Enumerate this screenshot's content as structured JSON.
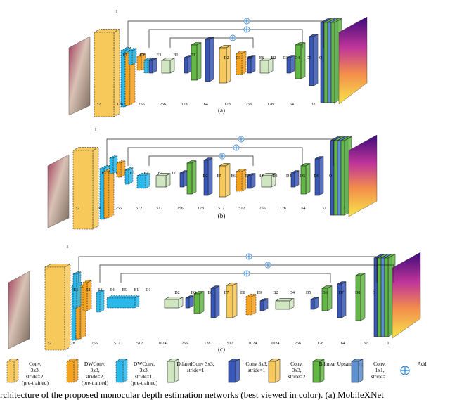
{
  "networks": [
    {
      "panel_label": "(a)",
      "encoder_labels": [
        "I",
        "E1",
        "E2",
        "E3",
        "B1",
        "D1"
      ],
      "decoder_labels": [
        "D2",
        "D3",
        "E5",
        "E6",
        "B2",
        "D3",
        "D4",
        "D5",
        "O"
      ],
      "channel_labels": [
        "32",
        "128",
        "256",
        "256",
        "128",
        "64",
        "128",
        "256",
        "128",
        "64",
        "32",
        "1"
      ]
    },
    {
      "panel_label": "(b)",
      "encoder_labels": [
        "I",
        "E1",
        "E2",
        "E3",
        "E4",
        "B1",
        "D1"
      ],
      "decoder_labels": [
        "D2",
        "E5",
        "E6",
        "E7",
        "B2",
        "D3",
        "D4",
        "D5",
        "D6",
        "O"
      ],
      "channel_labels": [
        "32",
        "128",
        "256",
        "512",
        "512",
        "256",
        "128",
        "512",
        "512",
        "256",
        "128",
        "64",
        "32",
        "1"
      ]
    },
    {
      "panel_label": "(c)",
      "encoder_labels": [
        "I",
        "E1",
        "E2",
        "E3",
        "E4",
        "E5",
        "B1",
        "D1"
      ],
      "decoder_labels": [
        "D2",
        "D3",
        "E6",
        "E7",
        "E8",
        "E9",
        "B2",
        "D4",
        "D5",
        "D6",
        "D7",
        "D8",
        "O"
      ],
      "channel_labels": [
        "32",
        "128",
        "256",
        "512",
        "512",
        "1024",
        "256",
        "128",
        "512",
        "1024",
        "1024",
        "256",
        "128",
        "64",
        "32",
        "1"
      ]
    }
  ],
  "legend": [
    {
      "label": "Conv, 3x3, stride=2, (pre-trained)",
      "color": "#f7c85a",
      "dashed": true
    },
    {
      "label": "DWConv, 3x3, stride=2, (pre-trained)",
      "color": "#f5a21e",
      "dashed": true
    },
    {
      "label": "DWConv, 3x3, stride=1, (pre-trained)",
      "color": "#2ab7ea",
      "dashed": true
    },
    {
      "label": "DilatedConv 3x3, stride=1",
      "color": "#cfe6c1",
      "dashed": false
    },
    {
      "label": "Conv 3x3, stride=1",
      "color": "#3857b8",
      "dashed": false
    },
    {
      "label": "Conv, 3x3, stride=2",
      "color": "#f7c85a",
      "dashed": false
    },
    {
      "label": "Bilinear Upsampling",
      "color": "#63b844",
      "dashed": false
    },
    {
      "label": "Conv, 1x1, stride=1",
      "color": "#5b8fd0",
      "dashed": false
    },
    {
      "label": "Add",
      "color": "#1f7fd1",
      "dashed": false
    }
  ],
  "caption": "rchitecture of the proposed monocular depth estimation networks (best viewed in color). (a) MobileXNet"
}
